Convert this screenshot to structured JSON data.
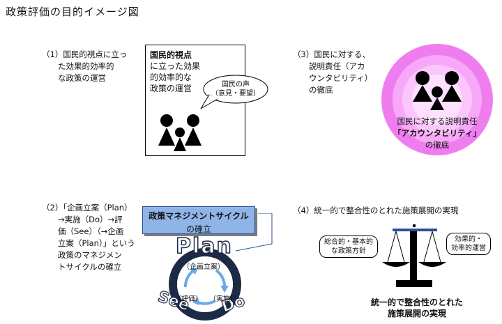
{
  "title": "政策評価の目的イメージ図",
  "sections": {
    "s1": {
      "text": "（1）国民的視点に立っ\n　　た効果的効率的\n　　な政策の運営"
    },
    "s2": {
      "text": "（2）「企画立案（Plan）\n　　→実施（Do）→評\n　　価（See）（→企画\n　　立案（Plan）」という\n　　政策のマネジメン\n　　トサイクルの確立"
    },
    "s3": {
      "text": "（3）国民に対する、\n　　説明責任（アカ\n　　ウンタビリティ）\n　　の徹底"
    },
    "s4": {
      "text": "（4）統一的で整合性のとれた施策展開の実現"
    }
  },
  "box1": {
    "bold": "国民的視点",
    "rest": "に立った効果\n的効率的な\n政策の運営",
    "bubble": "国民の声\n（意見・要望）"
  },
  "circle": {
    "line1": "国民に対する説明責任",
    "line2": "「アカウンタビリティ」",
    "line3": "の徹底"
  },
  "cycle": {
    "box_line1": "政策マネジメントサイクル",
    "box_line2": "の確立",
    "plan": "Plan",
    "plan_sub": "（企画立案）",
    "see": "See",
    "see_sub": "（評価）",
    "do": "Do",
    "do_sub": "（実施）"
  },
  "scale": {
    "left_label": "総合的・基本的\nな政策方針",
    "right_label": "効果的・\n効率的運営",
    "caption": "統一的で整合性のとれた\n施策展開の実現"
  },
  "colors": {
    "pink_outer": "#f07df0",
    "pink_inner": "#fccdfc",
    "blue_box": "#8fb5e8",
    "cycle_ring": "#1c2a45"
  }
}
